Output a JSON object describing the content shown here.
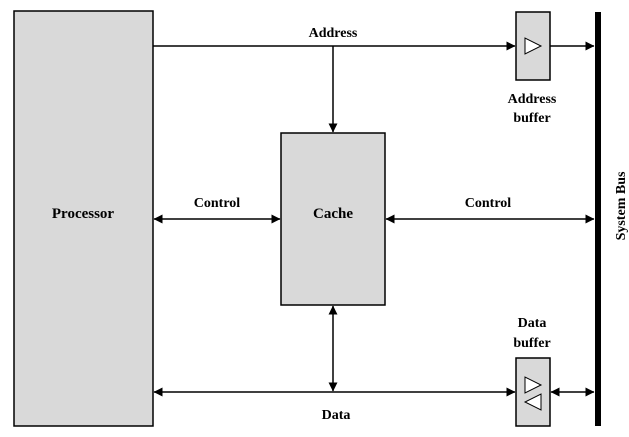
{
  "blocks": {
    "processor": "Processor",
    "cache": "Cache"
  },
  "buses": {
    "system_bus": "System Bus"
  },
  "signals": {
    "address": "Address",
    "control_left": "Control",
    "control_right": "Control",
    "data": "Data"
  },
  "buffers": {
    "address_line1": "Address",
    "address_line2": "buffer",
    "data_line1": "Data",
    "data_line2": "buffer"
  },
  "colors": {
    "block_fill": "#d9d9d9",
    "stroke": "#000000"
  }
}
